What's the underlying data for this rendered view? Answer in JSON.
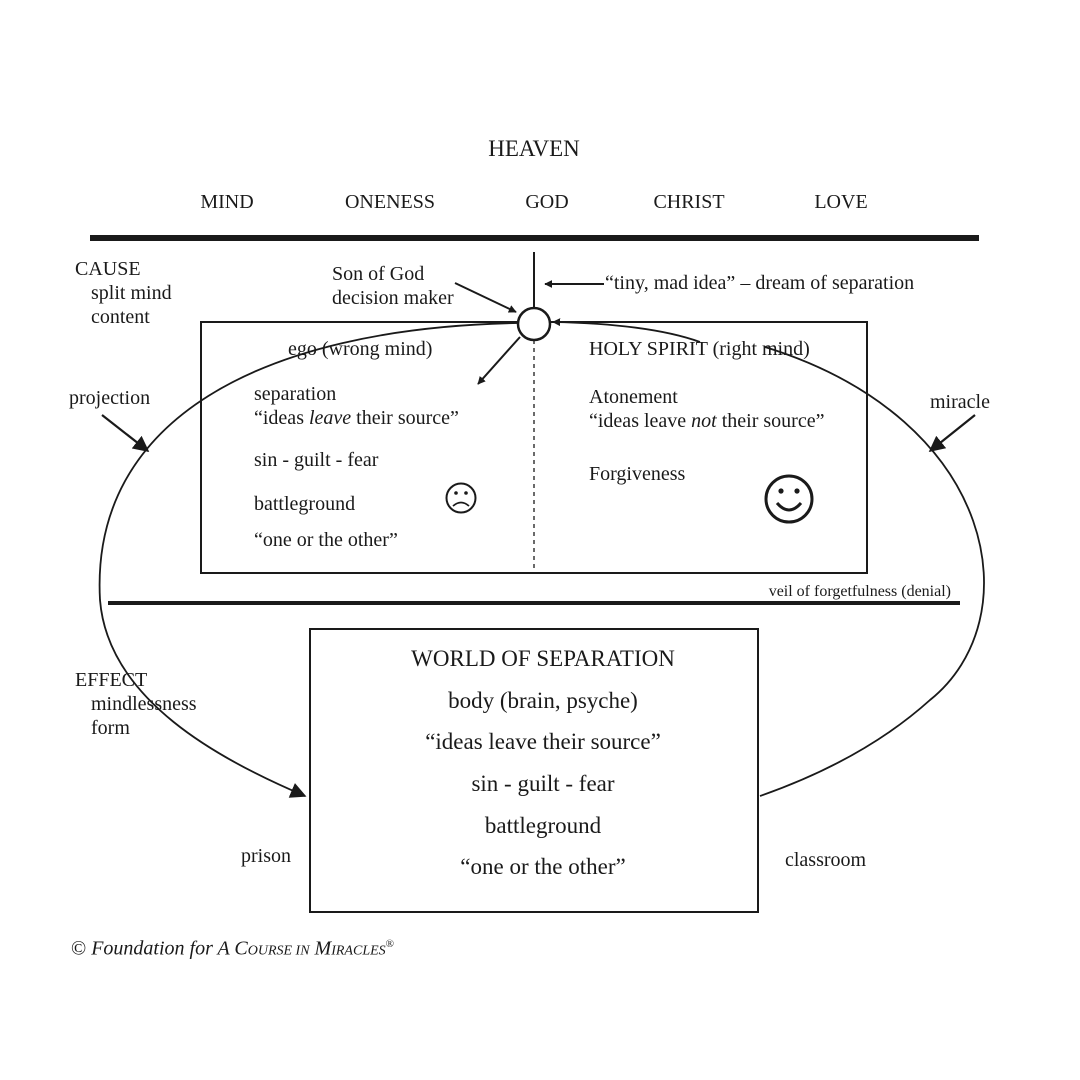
{
  "heaven": {
    "title": "HEAVEN",
    "items": [
      "MIND",
      "ONENESS",
      "GOD",
      "CHRIST",
      "LOVE"
    ]
  },
  "cause": {
    "title": "CAUSE",
    "line1": "split mind",
    "line2": "content"
  },
  "son_of_god": {
    "line1": "Son of God",
    "line2": "decision maker"
  },
  "tiny_mad_idea": "“tiny, mad idea” – dream of separation",
  "left_side": {
    "heading": "ego (wrong mind)",
    "separation": "separation",
    "quote_pre": "“ideas ",
    "quote_em": "leave",
    "quote_post": " their source”",
    "sin": "sin - guilt - fear",
    "battleground": "battleground",
    "one_or_other": "“one or the other”",
    "face_icon": "frowning-face-icon"
  },
  "right_side": {
    "heading": "HOLY SPIRIT (right mind)",
    "atonement": "Atonement",
    "quote_pre": "“ideas leave ",
    "quote_em": "not",
    "quote_post": " their source”",
    "forgiveness": "Forgiveness",
    "face_icon": "smiling-face-icon"
  },
  "projection": "projection",
  "miracle": "miracle",
  "veil": "veil of forgetfulness (denial)",
  "effect": {
    "title": "EFFECT",
    "line1": "mindlessness",
    "line2": "form"
  },
  "world": {
    "title": "WORLD OF SEPARATION",
    "lines": [
      "body (brain, psyche)",
      "“ideas leave their source”",
      "sin - guilt - fear",
      "battleground",
      "“one or the other”"
    ]
  },
  "prison": "prison",
  "classroom": "classroom",
  "copyright": {
    "symbol": "©",
    "text_pre": "Foundation for A ",
    "course_c": "C",
    "course_rest": "OURSE IN",
    "miracles_m": "M",
    "miracles_rest": "IRACLES",
    "registered": "®"
  },
  "colors": {
    "ink": "#1a1a1a",
    "background": "#ffffff"
  }
}
